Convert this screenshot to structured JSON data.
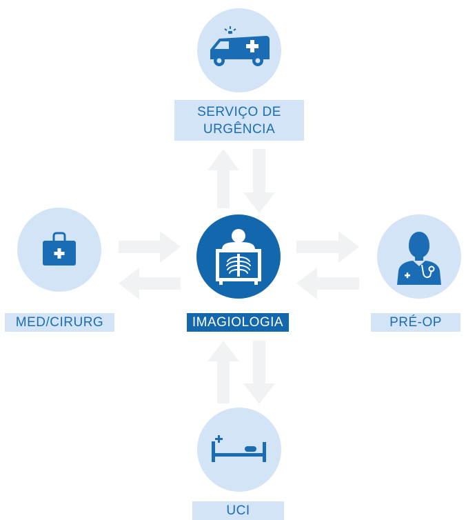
{
  "colors": {
    "circle_light": "#d3e4f7",
    "circle_dark": "#1267ad",
    "icon_blue": "#1a6db5",
    "arrow_gray": "#f1f2f3",
    "label_light_bg": "#d3e4f7",
    "label_dark_bg": "#1267ad"
  },
  "nodes": {
    "top": {
      "label_line1": "SERVIÇO DE",
      "label_line2": "URGÊNCIA",
      "icon": "ambulance-icon"
    },
    "center": {
      "label": "IMAGIOLOGIA",
      "icon": "xray-icon"
    },
    "left": {
      "label": "MED/CIRURG",
      "icon": "medical-kit-icon"
    },
    "right": {
      "label": "PRÉ-OP",
      "icon": "doctor-icon"
    },
    "bottom": {
      "label": "UCI",
      "icon": "hospital-bed-icon"
    }
  }
}
